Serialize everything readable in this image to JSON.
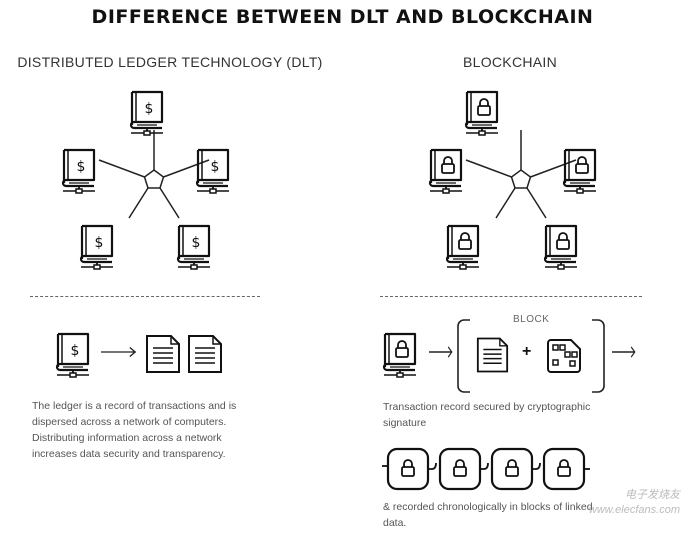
{
  "title": "DIFFERENCE BETWEEN DLT AND BLOCKCHAIN",
  "dlt": {
    "heading": "DISTRIBUTED LEDGER TECHNOLOGY (DLT)",
    "node_icon": "book-dollar-icon",
    "description": [
      "The ledger is a record of transactions and is",
      "dispersed across a network of computers.",
      "Distributing information across a network",
      "increases data security and transparency."
    ]
  },
  "blockchain": {
    "heading": "BLOCKCHAIN",
    "node_icon": "book-lock-icon",
    "block_label": "BLOCK",
    "plus": "+",
    "description": [
      "Transaction record secured by cryptographic",
      "signature"
    ],
    "chain_description": [
      "& recorded chronologically in blocks of linked",
      "data."
    ]
  },
  "watermark": "电子发烧友 www.elecfans.com",
  "colors": {
    "stroke": "#111111",
    "text": "#555555"
  }
}
